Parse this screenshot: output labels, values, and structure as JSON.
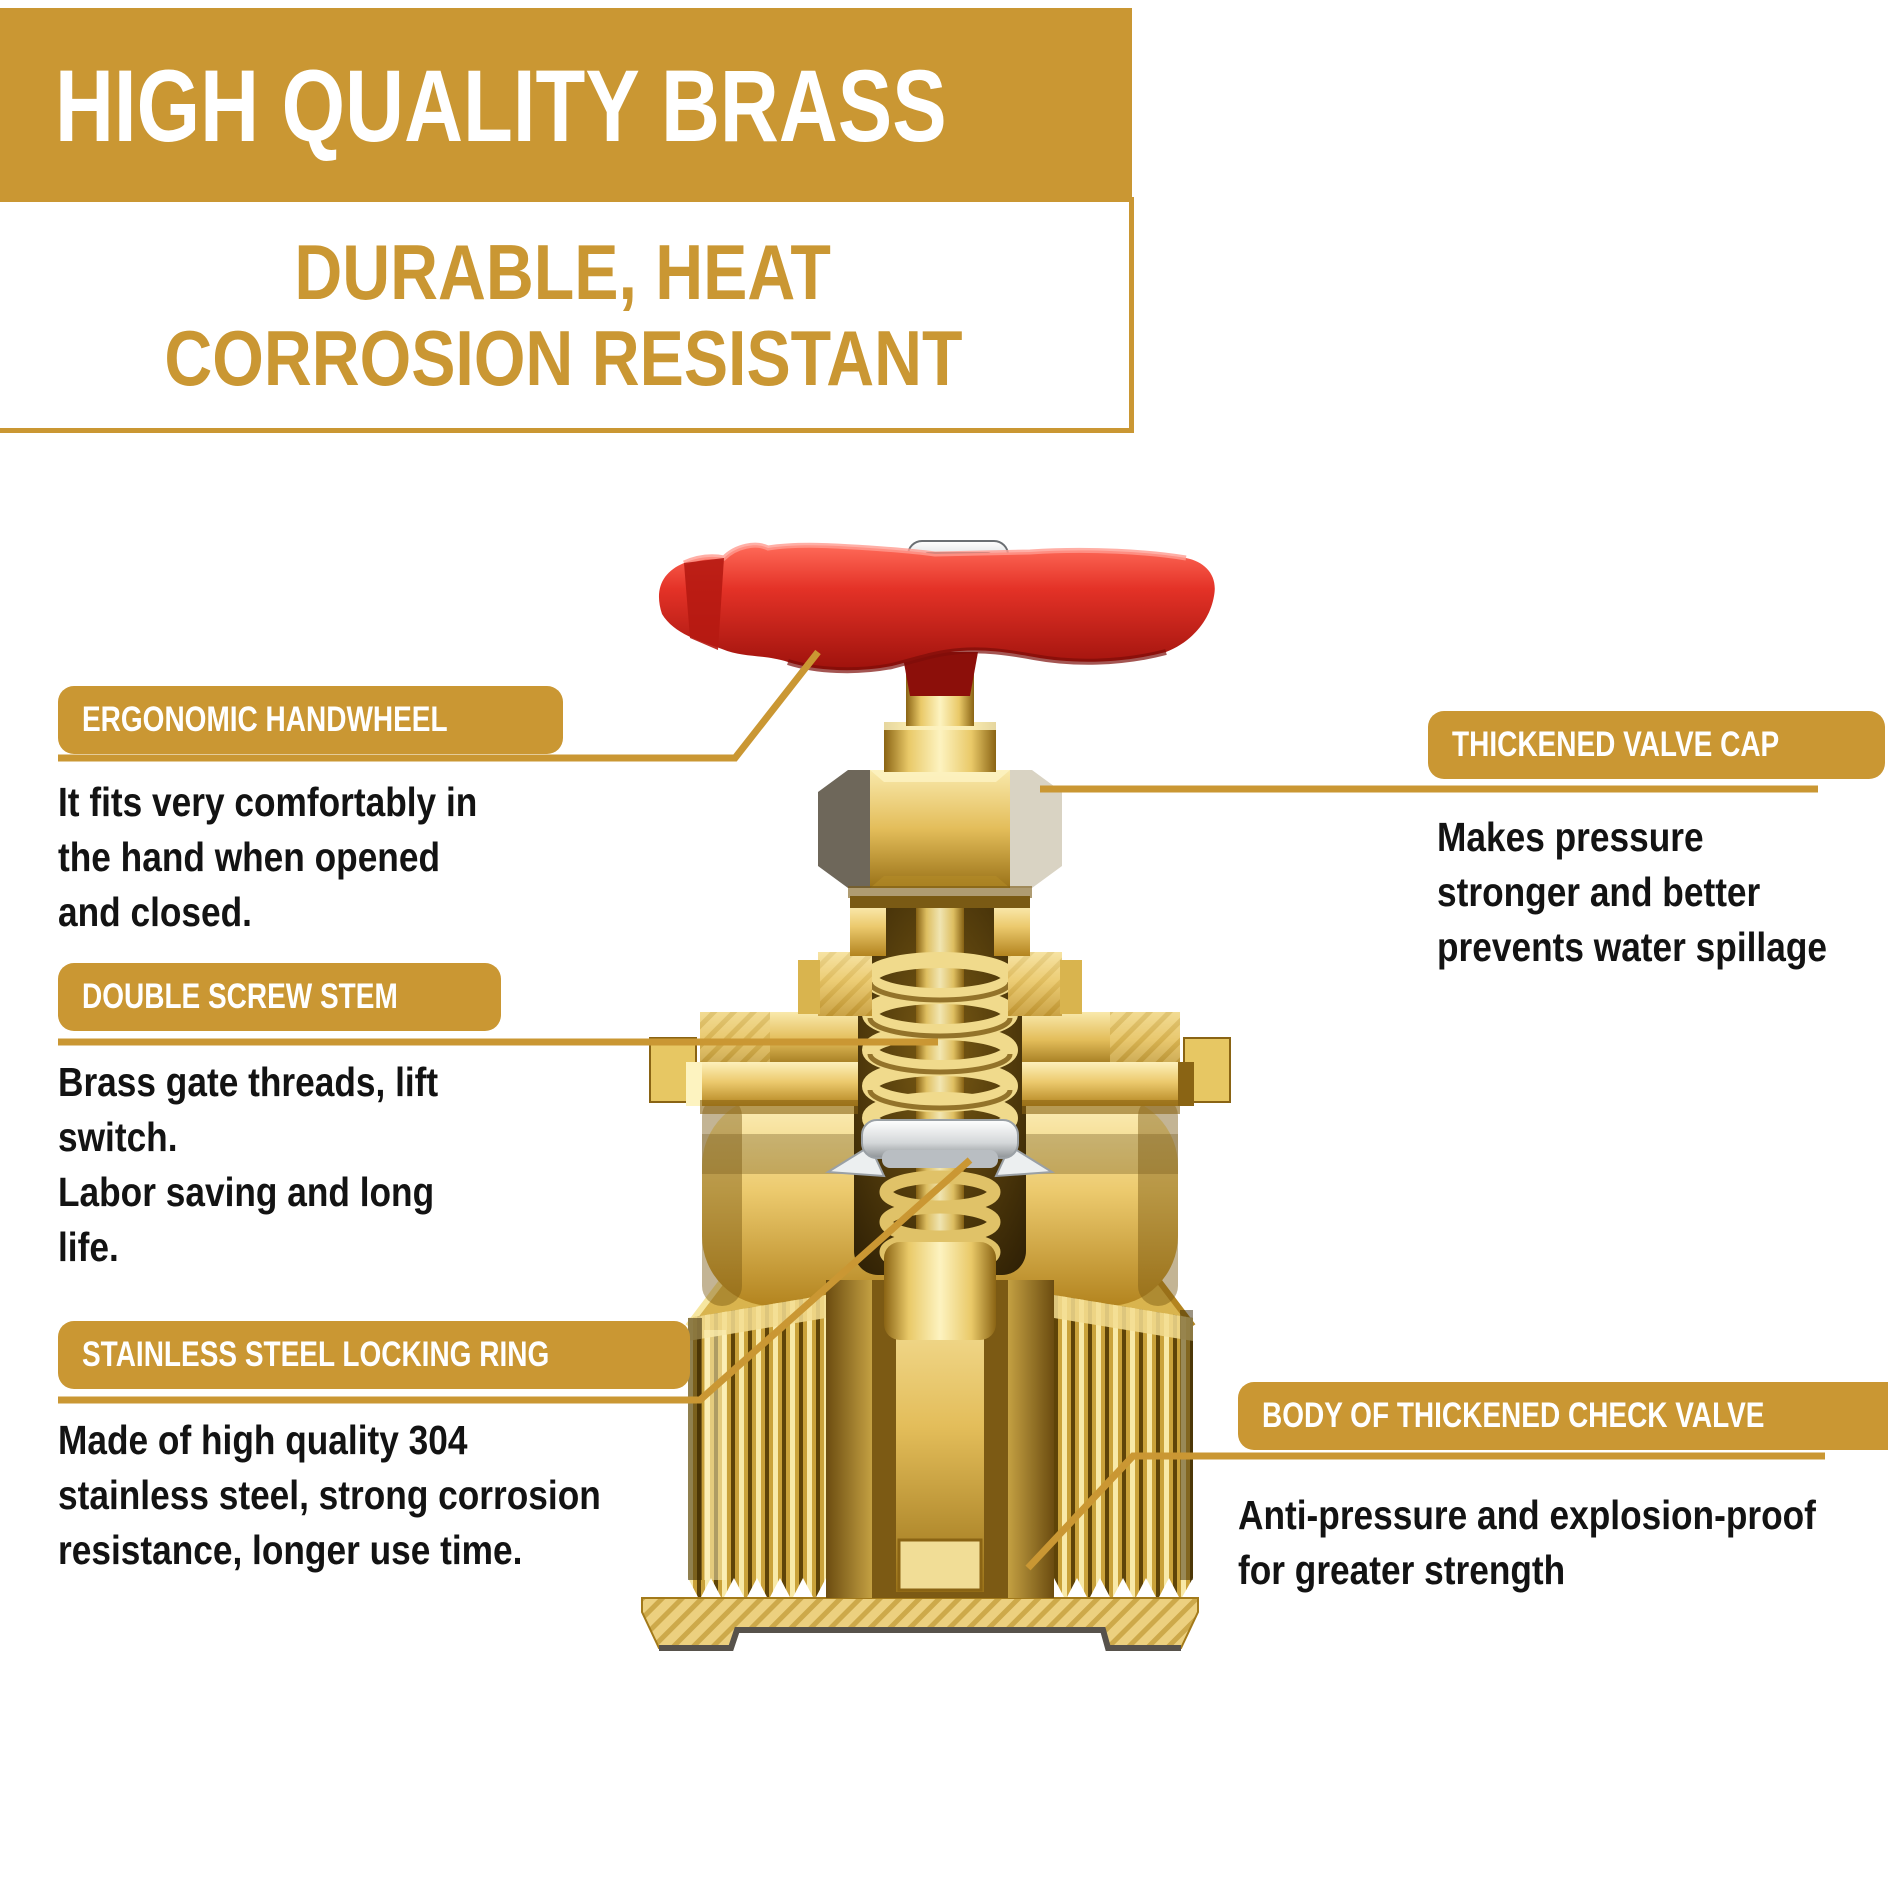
{
  "header": {
    "title": "HIGH QUALITY BRASS",
    "subtitle_line1": "DURABLE, HEAT",
    "subtitle_line2": "CORROSION RESISTANT"
  },
  "colors": {
    "accent_gold": "#CA9733",
    "text_black": "#131313",
    "label_text": "#FFFFFF",
    "handwheel_red": "#E03127",
    "brass": "#E2BD5C"
  },
  "callouts": [
    {
      "label": "ERGONOMIC HANDWHEEL",
      "line1": "It fits very comfortably in",
      "line2": "the hand when opened",
      "line3": "and closed."
    },
    {
      "label": "THICKENED VALVE CAP",
      "line1": "Makes pressure",
      "line2": "stronger and better",
      "line3": "prevents water spillage"
    },
    {
      "label": "DOUBLE SCREW STEM",
      "line1": "Brass gate threads, lift",
      "line2": "switch.",
      "line3": "Labor saving and long",
      "line4": "life."
    },
    {
      "label": "STAINLESS STEEL LOCKING RING",
      "line1": "Made of high quality 304",
      "line2": "stainless steel, strong corrosion",
      "line3": "resistance, longer use time."
    },
    {
      "label": "BODY OF THICKENED CHECK VALVE",
      "line1": "Anti-pressure and explosion-proof",
      "line2": "for greater strength"
    }
  ]
}
